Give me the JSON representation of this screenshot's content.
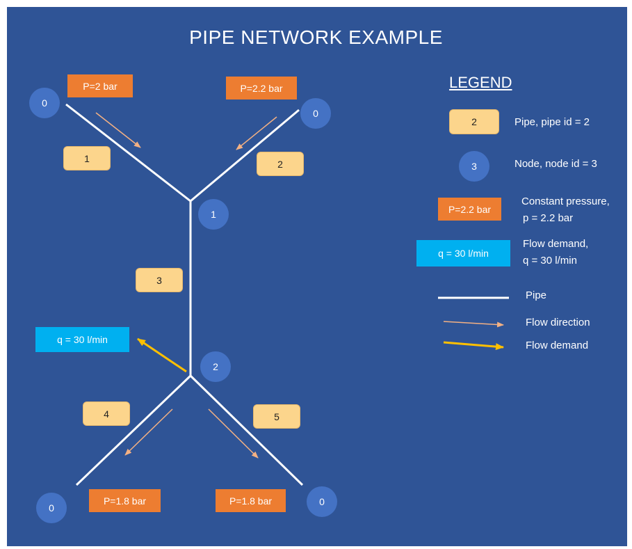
{
  "title": "PIPE NETWORK EXAMPLE",
  "colors": {
    "background": "#2f5496",
    "pipe": "#ffffff",
    "pipe_label": "#fcd58c",
    "node": "#4472c4",
    "pressure": "#ed7d31",
    "demand": "#00b0f0",
    "flow_arrow": "#f4b183",
    "demand_arrow": "#ffc000"
  },
  "pipes": [
    {
      "id": "1"
    },
    {
      "id": "2"
    },
    {
      "id": "3"
    },
    {
      "id": "4"
    },
    {
      "id": "5"
    }
  ],
  "nodes": [
    {
      "label": "0"
    },
    {
      "label": "0"
    },
    {
      "label": "1"
    },
    {
      "label": "2"
    },
    {
      "label": "0"
    },
    {
      "label": "0"
    }
  ],
  "pressures": [
    {
      "text": "P=2 bar"
    },
    {
      "text": "P=2.2 bar"
    },
    {
      "text": "P=1.8 bar"
    },
    {
      "text": "P=1.8 bar"
    }
  ],
  "demand": {
    "text": "q = 30 l/min"
  },
  "legend": {
    "title": "LEGEND",
    "pipe_sample": "2",
    "pipe_desc": "Pipe, pipe id = 2",
    "node_sample": "3",
    "node_desc": "Node, node id = 3",
    "pressure_sample": "P=2.2 bar",
    "pressure_desc_1": "Constant pressure,",
    "pressure_desc_2": "p  = 2.2 bar",
    "demand_sample": "q = 30 l/min",
    "demand_desc_1": "Flow demand,",
    "demand_desc_2": "q  = 30 l/min",
    "line_pipe": "Pipe",
    "line_flow": "Flow direction",
    "line_demand": "Flow demand"
  }
}
